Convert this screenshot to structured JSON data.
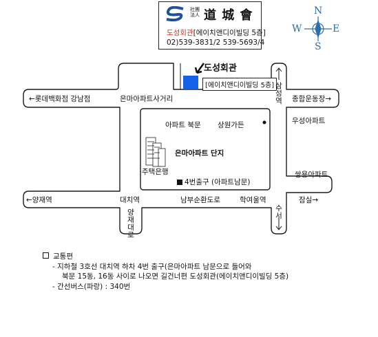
{
  "legend": {
    "small_text": "社團 法人",
    "hanja_name": "道 城 會",
    "name_red": "도성회관",
    "name_rest": "[에이치앤디이빌딩 5층]",
    "phone": "02)539-3831/2 539-5693/4",
    "logo_icon": "dosung-logo-icon",
    "logo_color": "#1f4fa0"
  },
  "compass": {
    "north": "N",
    "south": "S",
    "east": "E",
    "west": "W",
    "color": "#2a6fb0"
  },
  "destination": {
    "name": "도성회관",
    "building": "[에이치앤디이빌딩 5층]",
    "marker_color": "#1560e8"
  },
  "labels": {
    "lotte": "←롯데백화점 강남점",
    "eunma_intersection": "은마아파트사거리",
    "samseong": "삼성역",
    "sports_complex": "종합운동장→",
    "apt_north_gate": "아파트 북문",
    "sangwon": "상원가든",
    "eunma_complex": "은마아파트 단지",
    "jutaek_bank": "주택은행",
    "woosung": "우성아파트",
    "exit4": "4번출구 (아파트남문)",
    "ssangyong": "쌍용아파트",
    "yangjae": "←양재역",
    "daechi": "대치역",
    "nambu": "남부순환도로",
    "hakyeoul": "학여울역",
    "jamsil": "잠실→",
    "yangjae_bridge": "양재대로",
    "suseo": "수서"
  },
  "transport": {
    "title": "교통편",
    "line1": "- 지하철 3호선 대치역 하차 4번 출구(은마아파트 남문으로 들어와",
    "line2": "북문 15동, 16동 사이로 나오면 길건너편 도성회관(에이치앤디이빌딩 5층)",
    "line3": "- 간선버스(파랑) : 340번"
  }
}
